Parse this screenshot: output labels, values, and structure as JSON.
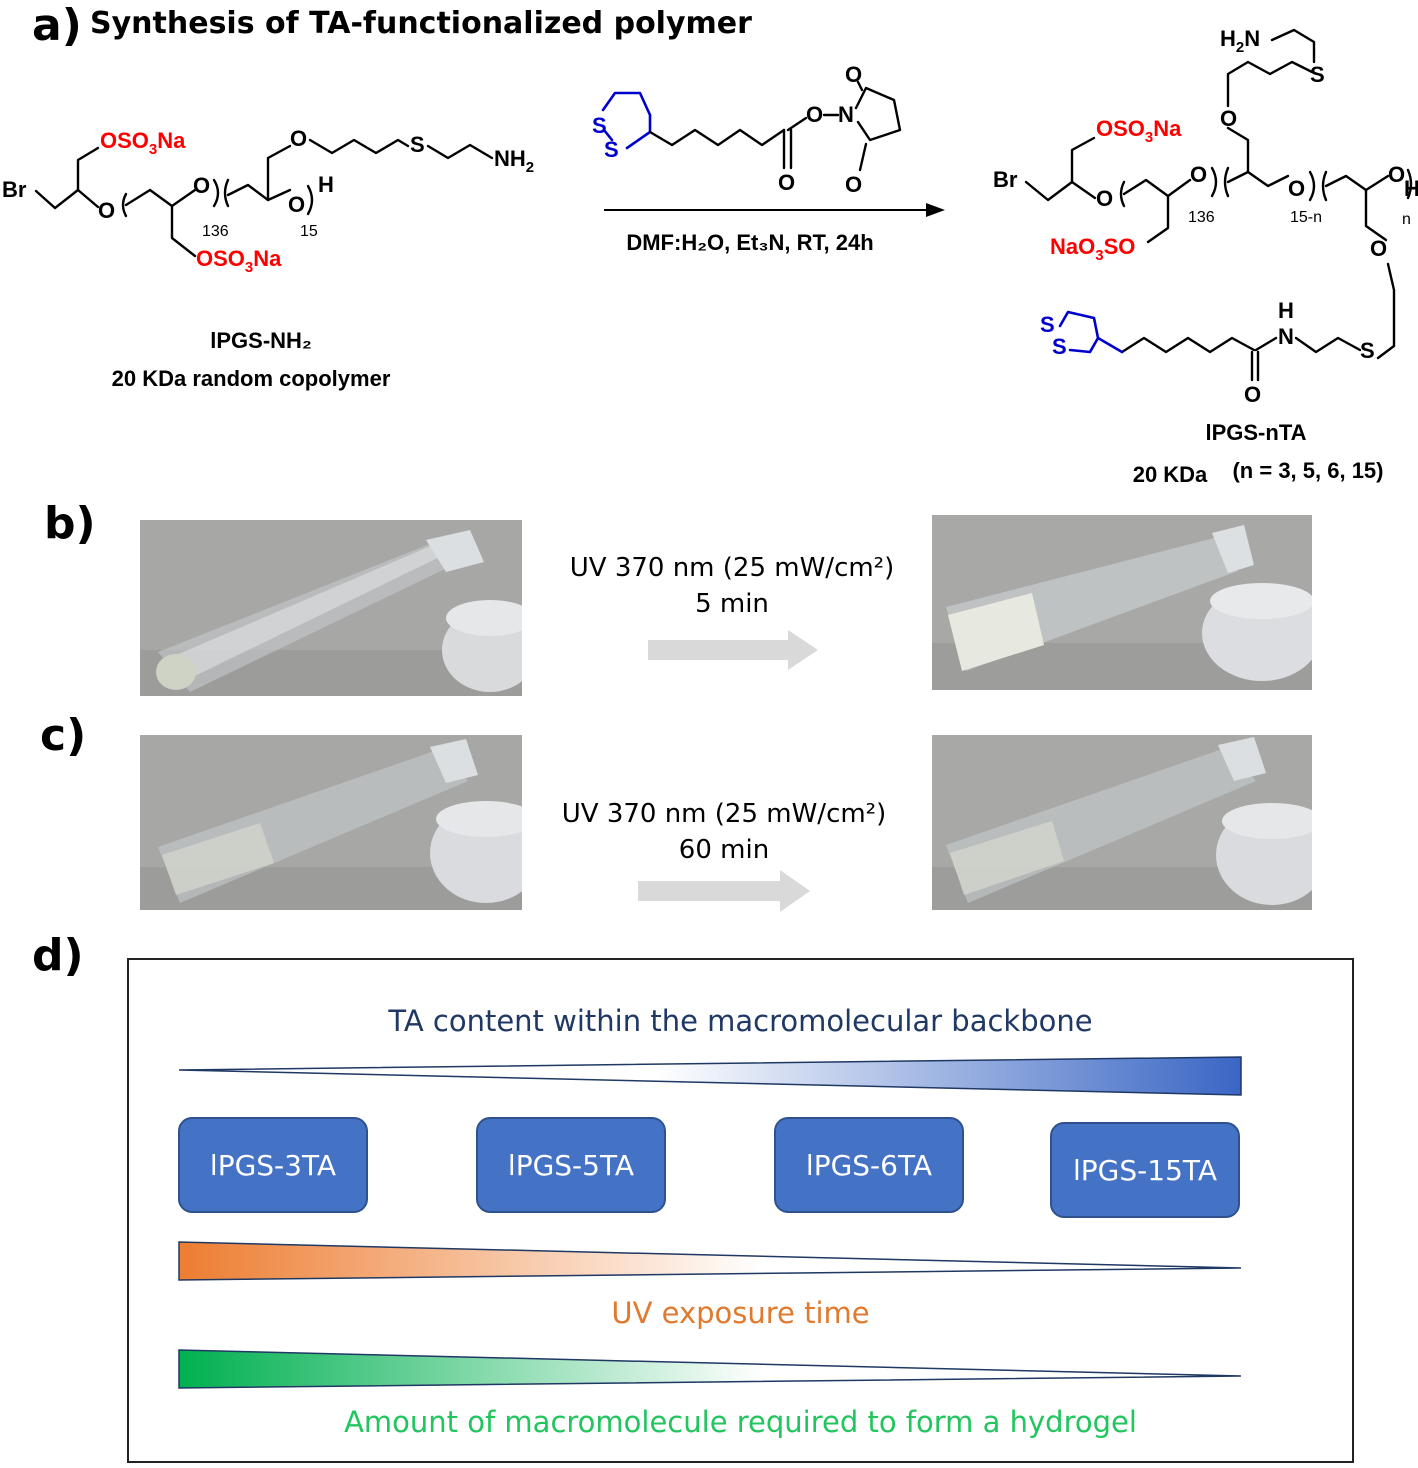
{
  "panel_a": {
    "letter": "a)",
    "title": "Synthesis of TA-functionalized polymer",
    "reactant_name": "lPGS-NH₂",
    "reactant_desc": "20 KDa random copolymer",
    "conditions": "DMF:H₂O, Et₃N, RT, 24h",
    "product_name": "lPGS-nTA",
    "product_mw": "20 KDa",
    "product_n": "(n = 3, 5, 6, 15)"
  },
  "panel_b": {
    "letter": "b)",
    "uv_line1": "UV 370 nm (25 mW/cm²)",
    "uv_line2": "5 min"
  },
  "panel_c": {
    "letter": "c)",
    "uv_line1": "UV 370 nm (25 mW/cm²)",
    "uv_line2": "60 min"
  },
  "panel_d": {
    "letter": "d)",
    "ta_content_label": "TA content within the macromolecular backbone",
    "polymers": [
      "lPGS-3TA",
      "lPGS-5TA",
      "lPGS-6TA",
      "lPGS-15TA"
    ],
    "uv_time_label": "UV exposure time",
    "amount_label": "Amount of macromolecule required to form a hydrogel"
  },
  "colors": {
    "pill_fill": "#4472c4",
    "ta_label": "#1f3864",
    "uv_label": "#e07a2e",
    "amount_label": "#22c55e",
    "sulfate_red": "#ff0000",
    "lipoic_blue": "#0000cc"
  }
}
